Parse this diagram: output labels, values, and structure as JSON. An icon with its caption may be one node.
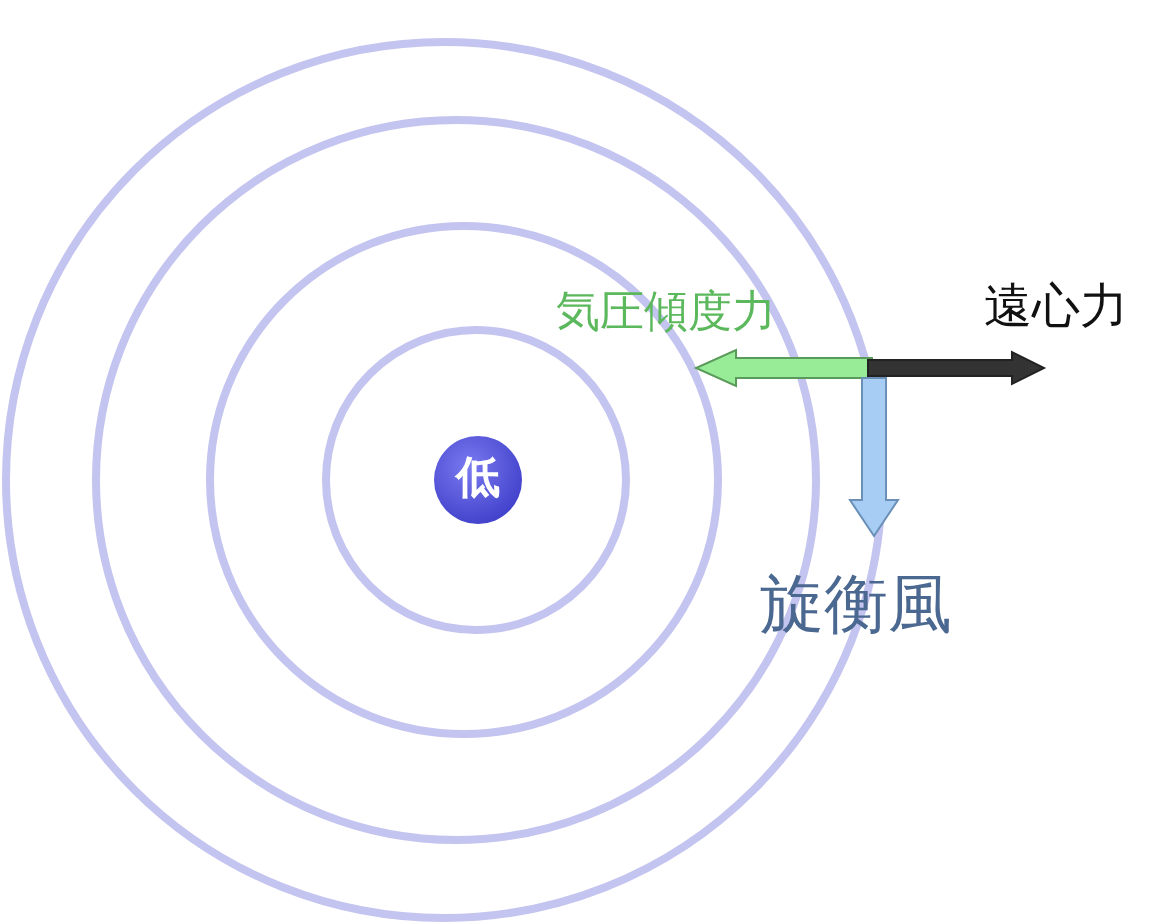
{
  "diagram": {
    "nodes": [
      {
        "text": [
          "低"
        ]
      }
    ],
    "labels": [
      "気圧傾度力",
      "遠心力",
      "旋衡風"
    ]
  }
}
